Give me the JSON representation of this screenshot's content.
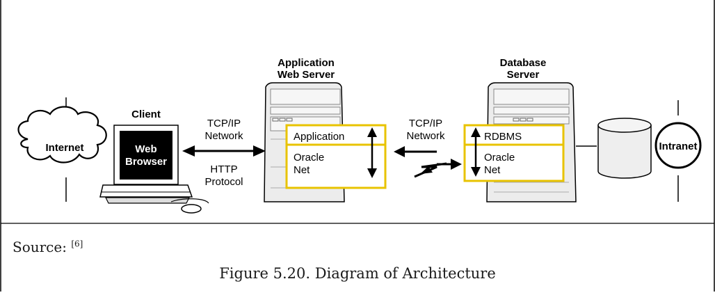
{
  "diagram": {
    "internet_label": "Internet",
    "client_title": "Client",
    "browser_line1": "Web",
    "browser_line2": "Browser",
    "link1_top_line1": "TCP/IP",
    "link1_top_line2": "Network",
    "link1_bottom_line1": "HTTP",
    "link1_bottom_line2": "Protocol",
    "app_server_title_line1": "Application",
    "app_server_title_line2": "Web Server",
    "app_box_top": "Application",
    "app_box_bottom_line1": "Oracle",
    "app_box_bottom_line2": "Net",
    "link2_line1": "TCP/IP",
    "link2_line2": "Network",
    "db_server_title_line1": "Database",
    "db_server_title_line2": "Server",
    "db_box_top": "RDBMS",
    "db_box_bottom_line1": "Oracle",
    "db_box_bottom_line2": "Net",
    "intranet_label": "Intranet"
  },
  "caption": {
    "source_label": "Source:",
    "source_ref": "[6]",
    "figure_title": "Figure 5.20. Diagram of Architecture"
  },
  "colors": {
    "highlight_box": "#e8c300",
    "server_gray": "#ececec",
    "border": "#000000"
  }
}
